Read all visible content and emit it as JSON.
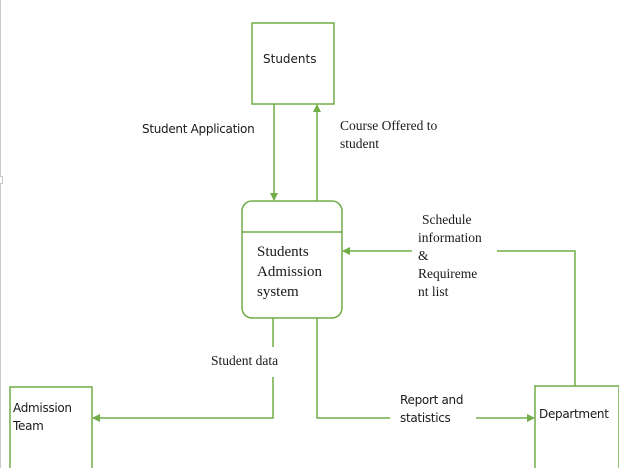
{
  "diagram": {
    "type": "data-flow-diagram",
    "stroke_color": "#70ad47",
    "entities": {
      "students": {
        "label": "Students"
      },
      "admission_team": {
        "label_line1": "Admission",
        "label_line2": "Team"
      },
      "department": {
        "label": "Department"
      }
    },
    "process": {
      "label_line1": "Students",
      "label_line2": "Admission",
      "label_line3": "system"
    },
    "flows": {
      "student_application": {
        "label": "Student Application",
        "from": "Students",
        "to": "Students Admission system"
      },
      "course_offered": {
        "label_line1": "Course Offered to",
        "label_line2": "student",
        "from": "Students Admission system",
        "to": "Students"
      },
      "schedule_info": {
        "label_line1": "Schedule",
        "label_line2": "information",
        "label_line3": "&",
        "label_line4": "Requireme",
        "label_line5": "nt list",
        "from": "Department",
        "to": "Students Admission system"
      },
      "student_data": {
        "label": "Student data",
        "from": "Students Admission system",
        "to": "Admission Team"
      },
      "report_statistics": {
        "label_line1": "Report and",
        "label_line2": "statistics",
        "from": "Students Admission system",
        "to": "Department"
      }
    }
  }
}
